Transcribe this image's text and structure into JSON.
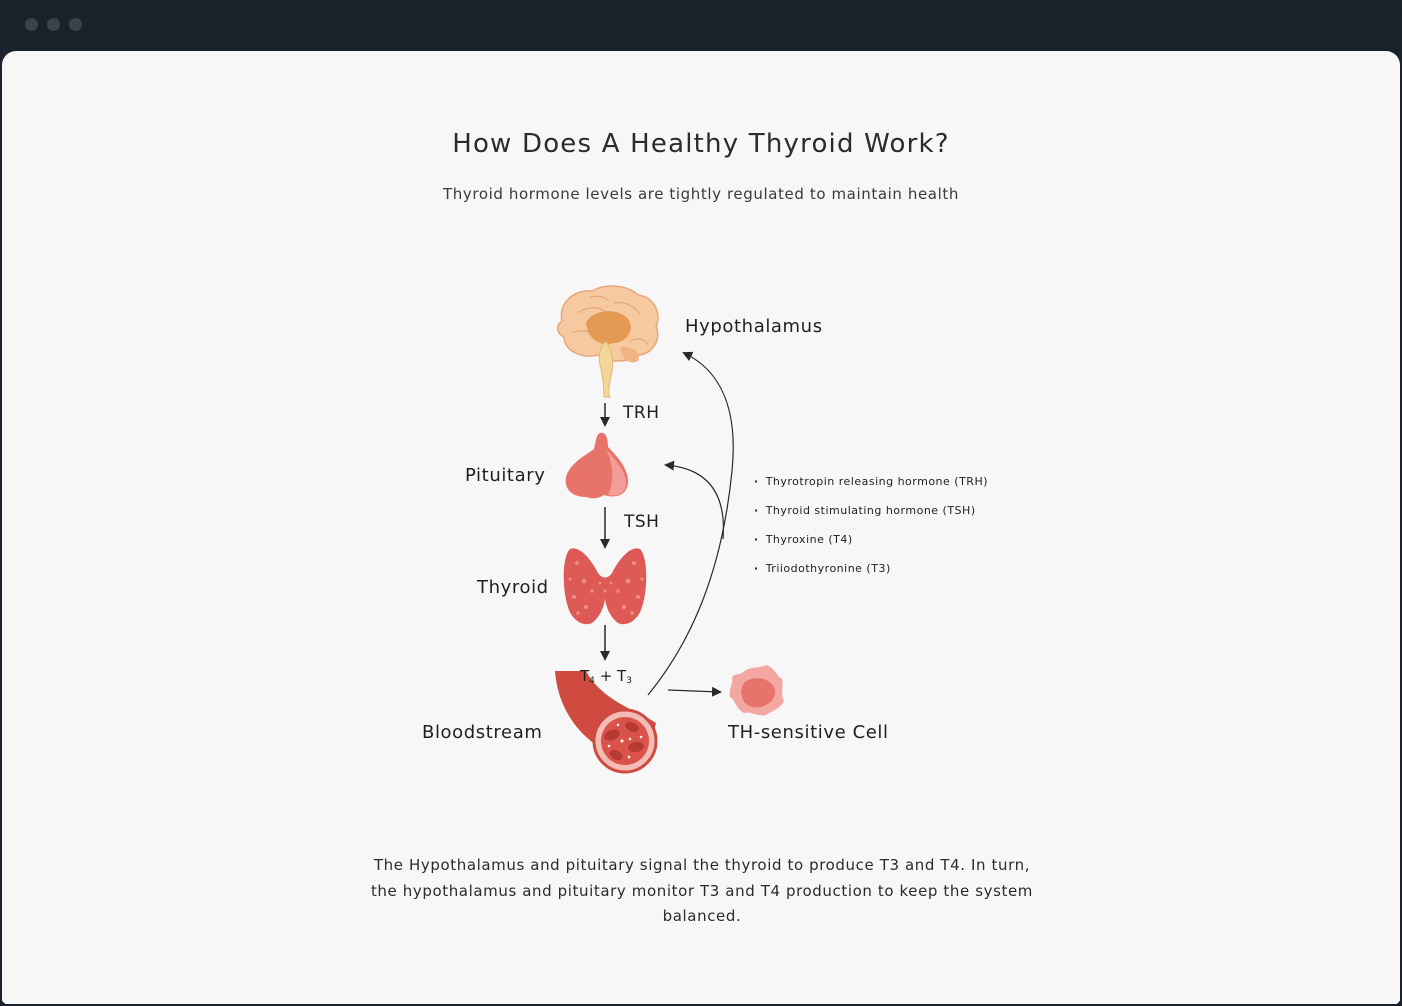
{
  "window": {
    "controls": [
      "close-dot",
      "minimize-dot",
      "maximize-dot"
    ],
    "titlebar_color": "#19212b"
  },
  "header": {
    "title": "How Does A Healthy Thyroid Work?",
    "subtitle": "Thyroid hormone levels are tightly regulated to maintain health"
  },
  "diagram": {
    "organs": {
      "hypothalamus": "Hypothalamus",
      "pituitary": "Pituitary",
      "thyroid": "Thyroid",
      "bloodstream": "Bloodstream",
      "cell": "TH-sensitive Cell"
    },
    "hormones": {
      "trh": "TRH",
      "tsh": "TSH",
      "t4": "T",
      "t4_sub": "4",
      "plus": "+",
      "t3": "T",
      "t3_sub": "3"
    },
    "legend": [
      "Thyrotropin releasing hormone (TRH)",
      "Thyroid stimulating hormone (TSH)",
      "Thyroxine (T4)",
      "Triiodothyronine (T3)"
    ],
    "colors": {
      "brain": "#f6c9a0",
      "brain_core": "#e49a52",
      "pituitary": "#e7736b",
      "thyroid": "#dd5a56",
      "vessel": "#cf4a3f",
      "cell": "#f4a7a2",
      "arrow": "#2a2a2a"
    }
  },
  "footer": {
    "text": "The Hypothalamus and pituitary signal the thyroid to produce T3 and T4.  In turn, the hypothalamus and pituitary monitor T3 and T4 production to keep the system balanced."
  }
}
